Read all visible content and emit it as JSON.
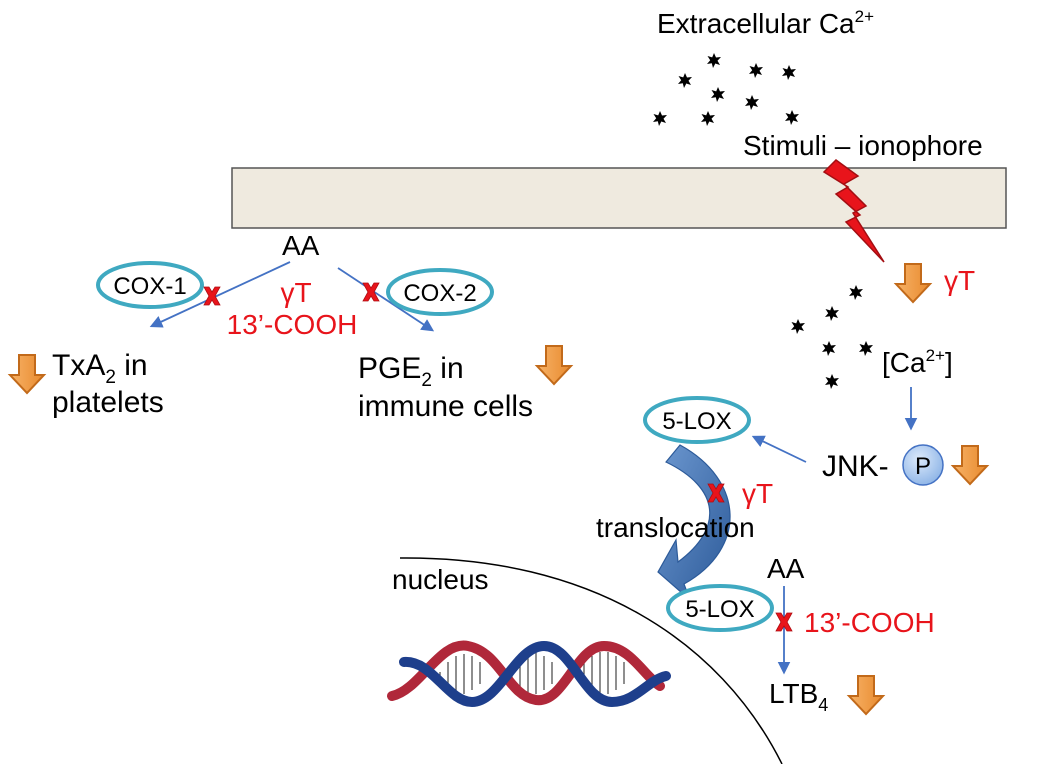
{
  "colors": {
    "membrane_fill": "#efeadf",
    "membrane_stroke": "#555555",
    "enzyme_ring": "#3fa9c1",
    "arrow_blue": "#4472c4",
    "inhibit_red": "#e8141b",
    "down_arrow_orange": "#f0a04b",
    "down_arrow_border": "#c26a1a",
    "lightning": "#e8141b",
    "phospho_fill": "#a9c9f0",
    "translocation_arrow": "#3b6aa8",
    "dna_red": "#b0283a",
    "dna_blue": "#1e3f8c"
  },
  "icons": [
    "lightning-icon",
    "inhibition-x-icon",
    "down-arrow-icon",
    "calcium-ion-icon",
    "dna-helix-icon",
    "phosphate-circle-icon"
  ],
  "extracellular": {
    "label": "Extracellular Ca",
    "superscript": "2+"
  },
  "stimuli": {
    "label": "Stimuli – ionophore"
  },
  "left_pathway": {
    "substrate": "AA",
    "cox1": "COX-1",
    "cox2": "COX-2",
    "inhibitor_1": "γT",
    "inhibitor_2": "13’-COOH",
    "txa2": {
      "main": "TxA",
      "sub": "2",
      "suffix": " in",
      "line2": "platelets"
    },
    "pge2": {
      "main": "PGE",
      "sub": "2",
      "suffix": " in",
      "line2": "immune cells"
    }
  },
  "right_pathway": {
    "gamma_t_top": "γT",
    "intracellular_ca": {
      "open": "[Ca",
      "sup": "2+",
      "close": "]"
    },
    "jnk": "JNK-",
    "phospho": "P",
    "lox_top": "5-LOX",
    "gamma_t_translocation": "γT",
    "translocation": "translocation",
    "nucleus": "nucleus",
    "lox_nucleus": "5-LOX",
    "substrate": "AA",
    "inhibitor": "13’-COOH",
    "ltb4": {
      "main": "LTB",
      "sub": "4"
    }
  }
}
